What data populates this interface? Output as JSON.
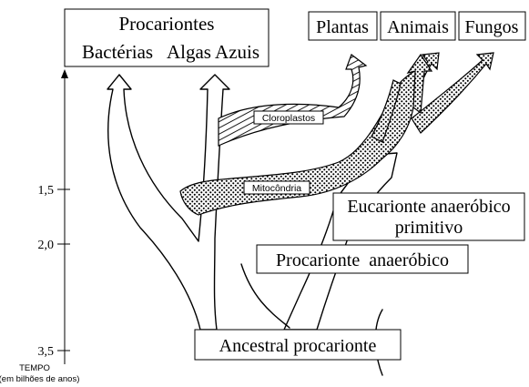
{
  "diagram": {
    "top_groups": {
      "procariontes": {
        "title": "Procariontes",
        "left": "Bactérias",
        "right": "Algas Azuis"
      },
      "eucariontes": [
        "Plantas",
        "Animais",
        "Fungos"
      ]
    },
    "band_labels": {
      "chloroplast": "Cloroplastos",
      "mitochondria": "Mitocôndria"
    },
    "boxes": {
      "eukaryote_line1": "Eucarionte anaeróbico",
      "eukaryote_line2": "primitivo",
      "anaerobic_prokaryote": "Procarionte  anaeróbico",
      "ancestor": "Ancestral procarionte"
    },
    "time_axis": {
      "title": "TEMPO",
      "unit": "(em bilhões de anos)",
      "ticks": [
        "1,5",
        "2,0",
        "3,5"
      ]
    }
  }
}
